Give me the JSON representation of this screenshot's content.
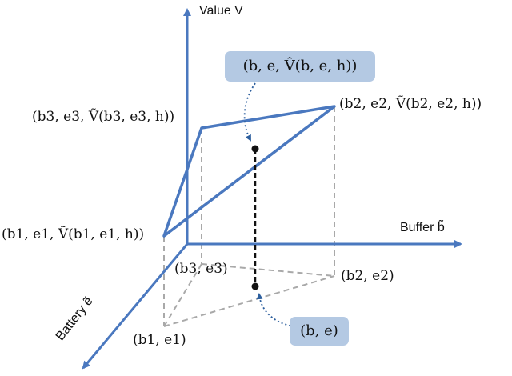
{
  "colors": {
    "axis": "#4a78bf",
    "surface": "#4a78bf",
    "dashed": "#a9a9a9",
    "vertical_line": "#111111",
    "callout_bg": "#b4c9e3",
    "callout_arrow": "#2d5f9e"
  },
  "axes": {
    "value_label": "Value V",
    "buffer_label": "Buffer b̃",
    "battery_label": "Battery ẽ"
  },
  "points": {
    "p1_label": "(b1, e1, Ṽ(b1, e1, h))",
    "p2_label": "(b2, e2, Ṽ(b2, e2, h))",
    "p3_label": "(b3, e3, Ṽ(b3, e3, h))",
    "q1_label": "(b1, e1)",
    "q2_label": "(b2, e2)",
    "q3_label": "(b3, e3)"
  },
  "callouts": {
    "top_label": "(b, e, V̂(b, e, h))",
    "bottom_label": "(b, e)"
  }
}
